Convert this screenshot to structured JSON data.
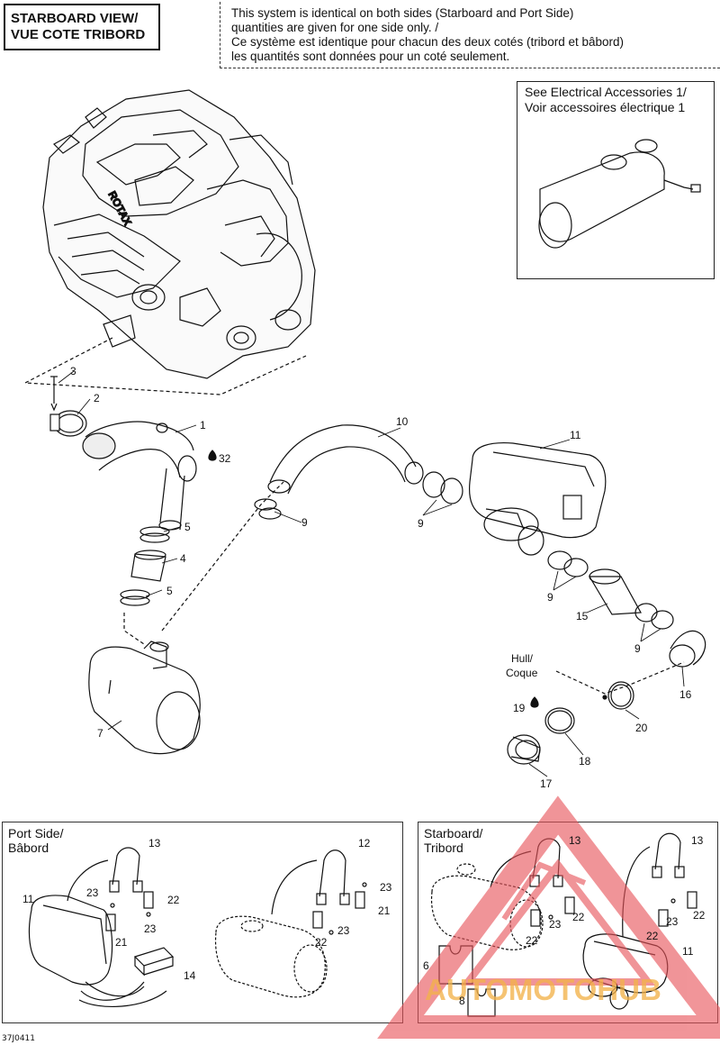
{
  "title_box": {
    "line1": "STARBOARD VIEW/",
    "line2": "VUE COTE TRIBORD"
  },
  "note": {
    "line1": "This system is identical on both sides (Starboard and Port Side)",
    "line2": "quantities are given for one side only. /",
    "line3": "Ce système est identique pour chacun des deux cotés (tribord et bâbord)",
    "line4": "les quantités sont données pour un coté seulement."
  },
  "electrical_box": {
    "line1": "See Electrical Accessories 1/",
    "line2": "Voir accessoires électrique 1"
  },
  "hull_label": {
    "line1": "Hull/",
    "line2": "Coque"
  },
  "port_panel": {
    "line1": "Port Side/",
    "line2": "Bâbord"
  },
  "starboard_panel": {
    "line1": "Starboard/",
    "line2": "Tribord"
  },
  "callouts": {
    "c1": "1",
    "c2": "2",
    "c3": "3",
    "c4": "4",
    "c5a": "5",
    "c5b": "5",
    "c7": "7",
    "c9a": "9",
    "c9b": "9",
    "c9c": "9",
    "c9d": "9",
    "c10": "10",
    "c11": "11",
    "c15": "15",
    "c16": "16",
    "c17": "17",
    "c18": "18",
    "c19": "19",
    "c20": "20",
    "c32": "32",
    "p13": "13",
    "p11": "11",
    "p23a": "23",
    "p22a": "22",
    "p21a": "21",
    "p23b": "23",
    "p14": "14",
    "p12": "12",
    "p23c": "23",
    "p21b": "21",
    "p22b": "22",
    "p23d": "23",
    "s13a": "13",
    "s13b": "13",
    "s23a": "23",
    "s22a": "22",
    "s22b": "22",
    "s23b": "23",
    "s22c": "22",
    "s22d": "22",
    "s6": "6",
    "s11": "11",
    "s8": "8"
  },
  "watermark": {
    "text": "AUTOMOTOHUB"
  },
  "drawing_code": "37J0411",
  "colors": {
    "line": "#111111",
    "watermark": "#e8545a",
    "watermark_text": "#f2b24a"
  }
}
